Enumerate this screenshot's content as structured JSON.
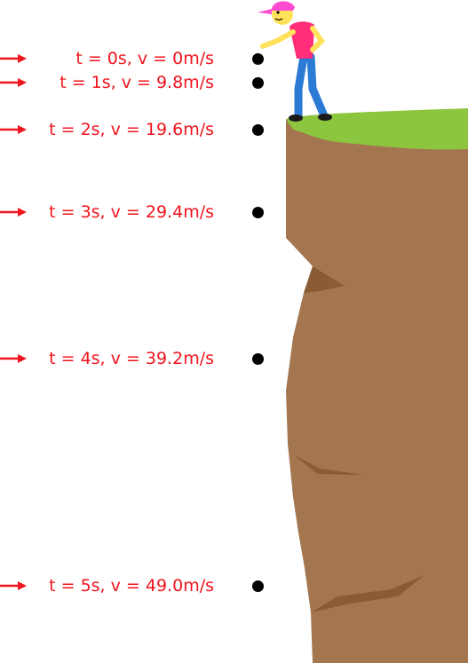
{
  "diagram": {
    "label_color": "#f0141e",
    "cliff_color": "#a47650",
    "cliff_shadow_color": "#8a5c34",
    "grass_color": "#8cc63f",
    "person": {
      "cap_color": "#ff4bd2",
      "shirt_color": "#ff2d7a",
      "pants_color": "#2a7ad6",
      "skin_color": "#ffe15a"
    },
    "positions": [
      {
        "label": "t = 0s, v = 0m/s"
      },
      {
        "label": "t = 1s, v = 9.8m/s"
      },
      {
        "label": "t = 2s, v = 19.6m/s"
      },
      {
        "label": "t = 3s, v = 29.4m/s"
      },
      {
        "label": "t = 4s, v = 39.2m/s"
      },
      {
        "label": "t = 5s, v = 49.0m/s"
      }
    ]
  }
}
